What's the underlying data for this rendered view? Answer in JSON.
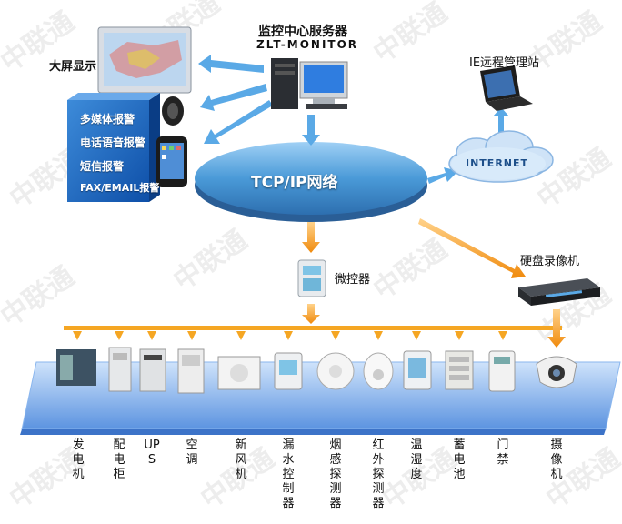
{
  "title_cn": "监控中心服务器",
  "title_en": "ZLT-MONITOR",
  "big_screen": "大屏显示",
  "ie_station": "IE远程管理站",
  "internet": "INTERNET",
  "tcpip": "TCP/IP网络",
  "alarm_items": [
    "多媒体报警",
    "电话语音报警",
    "短信报警",
    "FAX/EMAIL报警"
  ],
  "microcontroller": "微控器",
  "dvr": "硬盘录像机",
  "devices": [
    "发电机",
    "配电柜",
    "UPS",
    "空调",
    "新风机",
    "漏水控制器",
    "烟感探测器",
    "红外探测器",
    "温湿度",
    "蓄电池",
    "门禁",
    "摄像机"
  ],
  "colors": {
    "arrow_blue": "#5aa9e6",
    "arrow_orange": "#f5a623",
    "platform": "#6fa8e8",
    "disk": "#4a9ad8"
  }
}
